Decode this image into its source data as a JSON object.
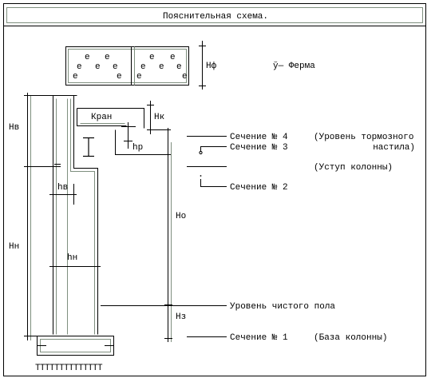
{
  "title": "Пояснительная схема.",
  "labels": {
    "hf": "Нф",
    "truss": "ў— Ферма",
    "hv_upper": "Нв",
    "hn_lower": "Нн",
    "crane": "Кран",
    "hk": "Нк",
    "hr": "hр",
    "hv_section": "hв",
    "hn_section": "hн",
    "ho": "Но",
    "hz": "Нз"
  },
  "sections": {
    "s4": "Сечение № 4",
    "s4_note_line1": "(Уровень тормозного",
    "s4_note_line2": "настила)",
    "s3": "Сечение № 3",
    "step_note": "(Уступ колонны)",
    "s2": "Сечение № 2",
    "floor": "Уровень чистого пола",
    "s1": "Сечение № 1",
    "s1_note": "(База колонны)"
  },
  "truss_glyph": "е",
  "foundation_glyph": "ТТТТТТТТТТТТТТ",
  "colors": {
    "line": "#000000",
    "shadow": "#7f8f7f",
    "background": "#ffffff"
  }
}
